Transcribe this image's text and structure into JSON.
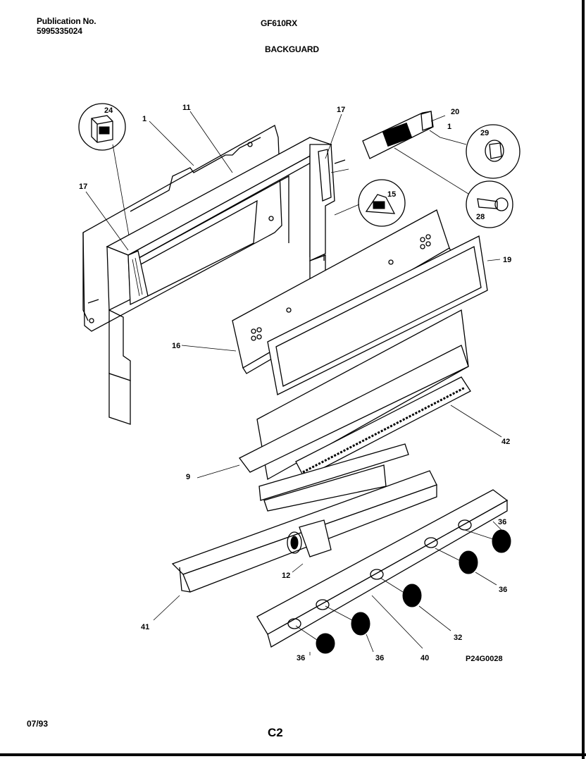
{
  "header": {
    "publication_label": "Publication No.",
    "publication_number": "5995335024",
    "model": "GF610RX",
    "section": "BACKGUARD"
  },
  "footer": {
    "date": "07/93",
    "page": "C2",
    "figure_code": "P24G0028"
  },
  "callouts": {
    "c24": "24",
    "c1a": "1",
    "c11": "11",
    "c17a": "17",
    "c17b": "17",
    "c20": "20",
    "c1b": "1",
    "c29": "29",
    "c15": "15",
    "c28": "28",
    "c19": "19",
    "c16": "16",
    "c42": "42",
    "c9": "9",
    "c36a": "36",
    "c36b": "36",
    "c12": "12",
    "c32": "32",
    "c41": "41",
    "c36c": "36",
    "c36d": "36",
    "c40": "40"
  }
}
